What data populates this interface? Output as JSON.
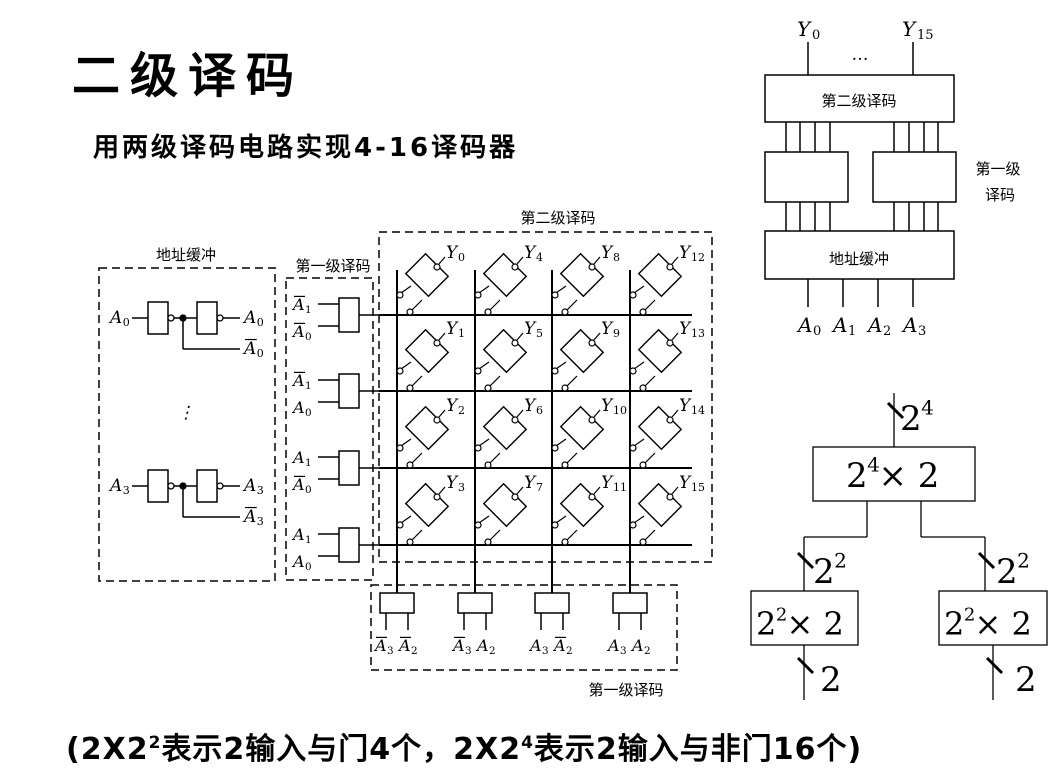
{
  "title": "二级译码",
  "subtitle": "用两级译码电路实现4-16译码器",
  "footer": {
    "open": "(2X2",
    "sup1": "2",
    "part1": "表示2输入与门4个，2X2",
    "sup2": "4",
    "part2": "表示2输入与非门16个)"
  },
  "circuit": {
    "buffer_label": "地址缓冲",
    "stage1_label": "第一级译码",
    "stage2_label": "第二级译码",
    "bottom_stage1_label": "第一级译码",
    "buffer_rows": [
      {
        "input": "A",
        "input_sub": "0",
        "out": "A",
        "out_sub": "0",
        "out_bar": "A",
        "out_bar_sub": "0"
      },
      {
        "input": "A",
        "input_sub": "3",
        "out": "A",
        "out_sub": "3",
        "out_bar": "A",
        "out_bar_sub": "3"
      }
    ],
    "ellipsis": "⋮",
    "left_gates": [
      {
        "a": "A",
        "a_sub": "1",
        "a_bar": true,
        "b": "A",
        "b_sub": "0",
        "b_bar": true
      },
      {
        "a": "A",
        "a_sub": "1",
        "a_bar": true,
        "b": "A",
        "b_sub": "0",
        "b_bar": false
      },
      {
        "a": "A",
        "a_sub": "1",
        "a_bar": false,
        "b": "A",
        "b_sub": "0",
        "b_bar": true
      },
      {
        "a": "A",
        "a_sub": "1",
        "a_bar": false,
        "b": "A",
        "b_sub": "0",
        "b_bar": false
      }
    ],
    "bottom_gates": [
      {
        "a": "A",
        "a_sub": "3",
        "a_bar": true,
        "b": "A",
        "b_sub": "2",
        "b_bar": true
      },
      {
        "a": "A",
        "a_sub": "3",
        "a_bar": true,
        "b": "A",
        "b_sub": "2",
        "b_bar": false
      },
      {
        "a": "A",
        "a_sub": "3",
        "a_bar": false,
        "b": "A",
        "b_sub": "2",
        "b_bar": true
      },
      {
        "a": "A",
        "a_sub": "3",
        "a_bar": false,
        "b": "A",
        "b_sub": "2",
        "b_bar": false
      }
    ],
    "outputs": [
      [
        "0",
        "4",
        "8",
        "12"
      ],
      [
        "1",
        "5",
        "9",
        "13"
      ],
      [
        "2",
        "6",
        "10",
        "14"
      ],
      [
        "3",
        "7",
        "11",
        "15"
      ]
    ],
    "output_letter": "Y"
  },
  "block_diagram": {
    "top_left": "Y",
    "top_left_sub": "0",
    "top_right": "Y",
    "top_right_sub": "15",
    "dots": "…",
    "stage2": "第二级译码",
    "stage1_line1": "第一级",
    "stage1_line2": "译码",
    "buffer": "地址缓冲",
    "inputs": [
      {
        "l": "A",
        "s": "0"
      },
      {
        "l": "A",
        "s": "1"
      },
      {
        "l": "A",
        "s": "2"
      },
      {
        "l": "A",
        "s": "3"
      }
    ]
  },
  "tree": {
    "top_bus": "2",
    "top_bus_exp": "4",
    "root": "2 × 2",
    "root_exp": "4",
    "mid_bus": "2",
    "mid_bus_exp": "2",
    "leaf": "2 × 2",
    "leaf_exp": "2",
    "out_bus": "2"
  }
}
